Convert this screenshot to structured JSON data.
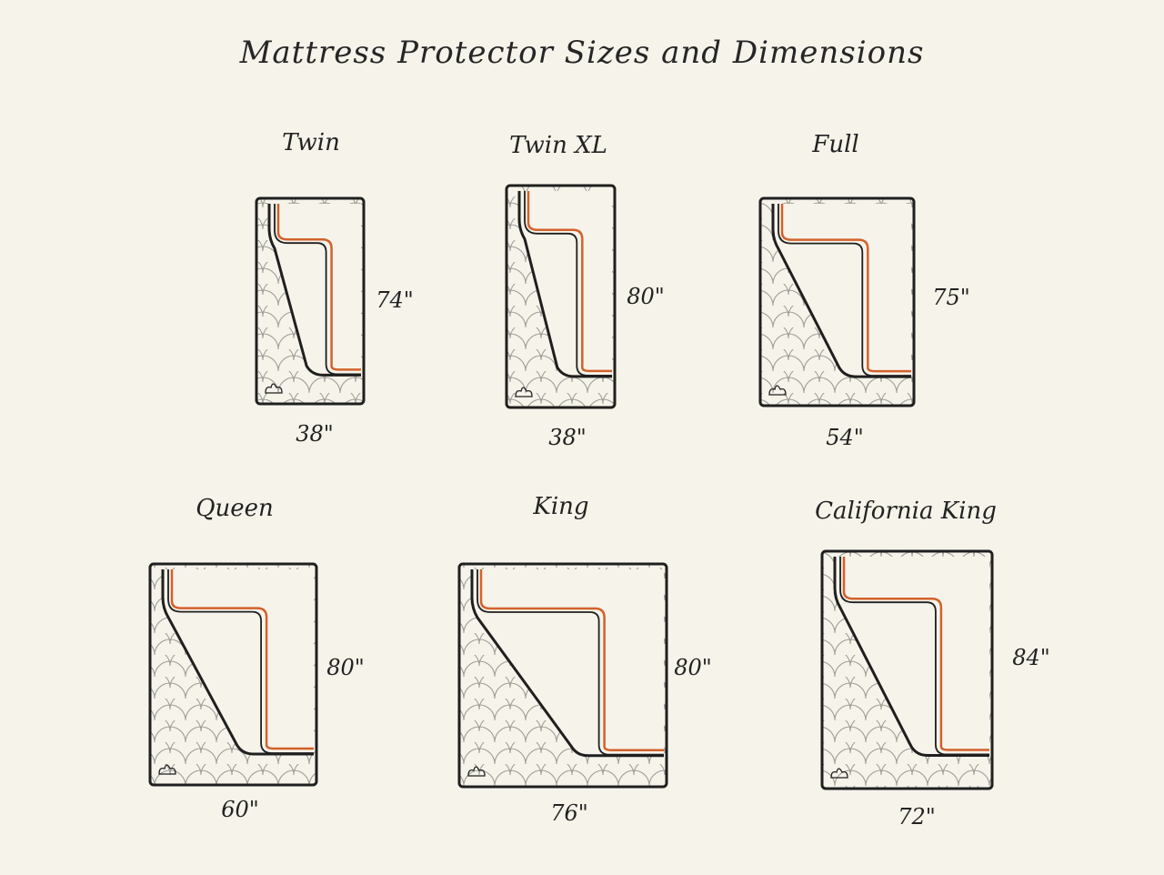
{
  "title": "Mattress Protector Sizes and Dimensions",
  "colors": {
    "background": "#f6f3ea",
    "outline": "#1f1f1f",
    "accent": "#d2622b",
    "scallop": "#9a9a94"
  },
  "sizes": [
    {
      "name": "Twin",
      "width": "38\"",
      "length": "74\""
    },
    {
      "name": "Twin XL",
      "width": "38\"",
      "length": "80\""
    },
    {
      "name": "Full",
      "width": "54\"",
      "length": "75\""
    },
    {
      "name": "Queen",
      "width": "60\"",
      "length": "80\""
    },
    {
      "name": "King",
      "width": "76\"",
      "length": "80\""
    },
    {
      "name": "California King",
      "width": "72\"",
      "length": "84\""
    }
  ]
}
